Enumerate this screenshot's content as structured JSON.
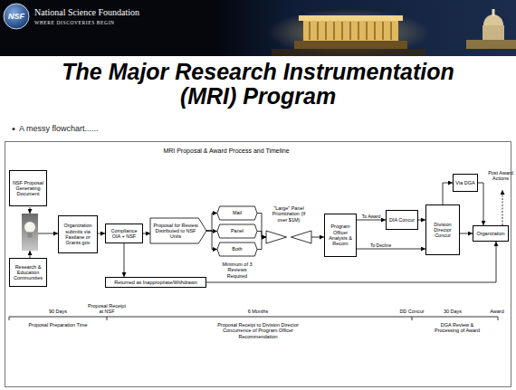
{
  "diagram": {
    "title": "The Major Research Instrumentation (MRI) Program",
    "nodes": [
      {
        "text": [
          "NSF Proposal Generating Document"
        ]
      },
      {
        "text": [
          "Research & Education Communities"
        ]
      },
      {
        "text": [
          "Organization submits via Fastlane or Grants.gov"
        ]
      },
      {
        "text": [
          "Compliance OIA + NSF"
        ]
      },
      {
        "text": [
          "Proposal for Review Distributed to NSF Units"
        ]
      },
      {
        "text": [
          "Mail"
        ]
      },
      {
        "text": [
          "Panel"
        ]
      },
      {
        "text": [
          "Both"
        ]
      },
      {
        "text": [
          "\"Large\" Panel Prioritization (If over $1M)"
        ]
      },
      {
        "text": [
          "Program Officer Analysis & Recom"
        ]
      },
      {
        "text": [
          "DIA Concur"
        ]
      },
      {
        "text": [
          "Division Director Concur"
        ]
      },
      {
        "text": [
          "Via DGA"
        ]
      },
      {
        "text": [
          "Organization"
        ]
      },
      {
        "text": [
          "Returned as Inappropriate/Withdrawn"
        ]
      }
    ],
    "edges": [
      {
        "from": 2,
        "to": 3,
        "arrow": "to"
      },
      {
        "from": 3,
        "to": 4,
        "arrow": "to"
      },
      {
        "from": 3,
        "to": 14,
        "arrow": "to"
      },
      {
        "from": 4,
        "to": 5,
        "arrow": "to"
      },
      {
        "from": 4,
        "to": 6,
        "arrow": "to"
      },
      {
        "from": 4,
        "to": 7,
        "arrow": "to"
      },
      {
        "from": 5,
        "to": 8,
        "arrow": "to"
      },
      {
        "from": 6,
        "to": 8,
        "arrow": "to"
      },
      {
        "from": 7,
        "to": 8,
        "arrow": "to"
      },
      {
        "from": 8,
        "to": 9,
        "arrow": "to"
      },
      {
        "from": 9,
        "to": 10,
        "label": "To Award",
        "arrow": "to"
      },
      {
        "from": 9,
        "to": 11,
        "label": "To Decline",
        "arrow": "to"
      },
      {
        "from": 10,
        "to": 11,
        "arrow": "to"
      },
      {
        "from": 11,
        "to": 12,
        "arrow": "to"
      },
      {
        "from": 12,
        "to": 13,
        "arrow": "to"
      },
      {
        "from": 11,
        "to": 13,
        "arrow": "to"
      },
      {
        "from": 14,
        "to": 13,
        "arrow": "to"
      }
    ],
    "labels": [
      "NSF",
      "National Science Foundation",
      "WHERE DISCOVERIES BEGIN",
      "A messy flowchart......",
      "MRI Proposal & Award Process and Timeline",
      "Minimum of 3 Reviews Required",
      "Post Award Actions",
      "90 Days",
      "Proposal Receipt at NSF",
      "6 Months",
      "DD Concur",
      "30 Days",
      "Award",
      "Proposal Preparation Time",
      "Proposal Receipt to Division Director Concurrence of Program Officer Recommendation",
      "DGA Review & Processing of Award"
    ]
  }
}
